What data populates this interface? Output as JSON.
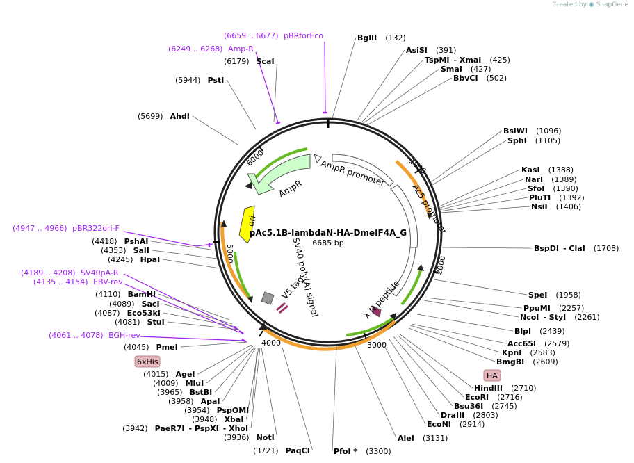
{
  "credit": {
    "created_by": "Created by",
    "brand": "SnapGene"
  },
  "plasmid": {
    "name": "pAc5.1B-lambdaN-HA-DmeIF4A_G",
    "size_label": "6685 bp"
  },
  "ticks": [
    "1000",
    "2000",
    "3000",
    "4000",
    "5000",
    "6000"
  ],
  "features": {
    "ampr": "AmpR",
    "ampr_promoter": "AmpR promoter",
    "ac5_promoter": "Ac5 promoter",
    "ori": "ori",
    "sv40": "SV40 poly(A) signal",
    "v5": "V5 tag",
    "lambda_n": "λ N peptide",
    "sixhis": "6xHis",
    "ha": "HA"
  },
  "right_sites": [
    {
      "name": "BglII",
      "pos": "(132)"
    },
    {
      "name": "AsiSI",
      "pos": "(391)"
    },
    {
      "name": "TspMI",
      "extra": "XmaI",
      "pos": "(425)"
    },
    {
      "name": "SmaI",
      "pos": "(427)"
    },
    {
      "name": "BbvCI",
      "pos": "(502)"
    },
    {
      "name": "BsiWI",
      "pos": "(1096)"
    },
    {
      "name": "SphI",
      "pos": "(1105)"
    },
    {
      "name": "KasI",
      "pos": "(1388)"
    },
    {
      "name": "NarI",
      "pos": "(1389)"
    },
    {
      "name": "SfoI",
      "pos": "(1390)"
    },
    {
      "name": "PluTI",
      "pos": "(1392)"
    },
    {
      "name": "NsiI",
      "pos": "(1406)"
    },
    {
      "name": "BspDI",
      "extra": "ClaI",
      "pos": "(1708)"
    },
    {
      "name": "SpeI",
      "pos": "(1958)"
    },
    {
      "name": "PpuMI",
      "pos": "(2257)"
    },
    {
      "name": "NcoI",
      "extra": "StyI",
      "pos": "(2261)"
    },
    {
      "name": "BlpI",
      "pos": "(2439)"
    },
    {
      "name": "Acc65I",
      "pos": "(2579)"
    },
    {
      "name": "KpnI",
      "pos": "(2583)"
    },
    {
      "name": "BmgBI",
      "pos": "(2609)"
    },
    {
      "name": "HindIII",
      "pos": "(2710)"
    },
    {
      "name": "EcoRI",
      "pos": "(2716)"
    },
    {
      "name": "Bsu36I",
      "pos": "(2745)"
    },
    {
      "name": "DraIII",
      "pos": "(2803)"
    },
    {
      "name": "EcoNI",
      "pos": "(2914)"
    },
    {
      "name": "AleI",
      "pos": "(3131)"
    },
    {
      "name": "PfoI *",
      "pos": "(3300)"
    }
  ],
  "left_sites": [
    {
      "name": "ScaI",
      "pos": "(6179)"
    },
    {
      "name": "PstI",
      "pos": "(5944)"
    },
    {
      "name": "AhdI",
      "pos": "(5699)"
    },
    {
      "name": "PshAI",
      "pos": "(4418)"
    },
    {
      "name": "SalI",
      "pos": "(4353)"
    },
    {
      "name": "HpaI",
      "pos": "(4245)"
    },
    {
      "name": "BamHI",
      "pos": "(4110)"
    },
    {
      "name": "SacI",
      "pos": "(4089)"
    },
    {
      "name": "Eco53kI",
      "pos": "(4087)"
    },
    {
      "name": "StuI",
      "pos": "(4081)"
    },
    {
      "name": "PmeI",
      "pos": "(4045)"
    },
    {
      "name": "AgeI",
      "pos": "(4015)"
    },
    {
      "name": "MluI",
      "pos": "(4009)"
    },
    {
      "name": "BstBI",
      "pos": "(3965)"
    },
    {
      "name": "ApaI",
      "pos": "(3958)"
    },
    {
      "name": "PspOMI",
      "pos": "(3954)"
    },
    {
      "name": "XbaI",
      "pos": "(3948)"
    },
    {
      "name": "PaeR7I",
      "extra": "PspXI",
      "extra2": "XhoI",
      "pos": "(3942)"
    },
    {
      "name": "NotI",
      "pos": "(3936)"
    },
    {
      "name": "PaqCI",
      "pos": "(3721)"
    }
  ],
  "primers": [
    {
      "range": "(6659 .. 6677)",
      "name": "pBRforEco"
    },
    {
      "range": "(6249 .. 6268)",
      "name": "Amp-R"
    },
    {
      "range": "(4947 .. 4966)",
      "name": "pBR322ori-F"
    },
    {
      "range": "(4189 .. 4208)",
      "name": "SV40pA-R"
    },
    {
      "range": "(4135 .. 4154)",
      "name": "EBV-rev"
    },
    {
      "range": "(4061 .. 4078)",
      "name": "BGH-rev"
    }
  ],
  "colors": {
    "backbone": "#222222",
    "primer": "#a020f0",
    "orf_orange": "#f0a030",
    "orf_green": "#66bb22",
    "ampr_fill": "#ccffcc",
    "ori_fill": "#ffff00",
    "lambda_fill": "#993366",
    "v5_fill": "#999999",
    "tag_fill": "#e8b8c0"
  }
}
